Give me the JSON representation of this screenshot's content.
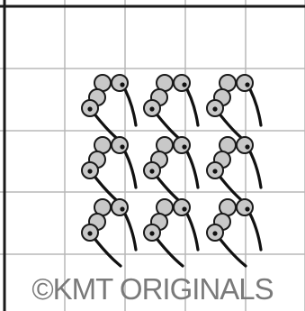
{
  "copyright": {
    "text": "©KMT ORIGINALS"
  },
  "colors": {
    "background": "#ffffff",
    "grid_line": "#b8b8b8",
    "border": "#1a1a1a",
    "bead_fill": "#c8c8c8",
    "bead_outline": "#1a1a1a",
    "stitch_line": "#111111",
    "copyright_text": "#7a7a7a"
  },
  "pattern": {
    "grid_columns": 5,
    "grid_rows": 5,
    "motif_rows": 3,
    "motif_columns": 3,
    "motif": "beaded-loop-stitch"
  }
}
